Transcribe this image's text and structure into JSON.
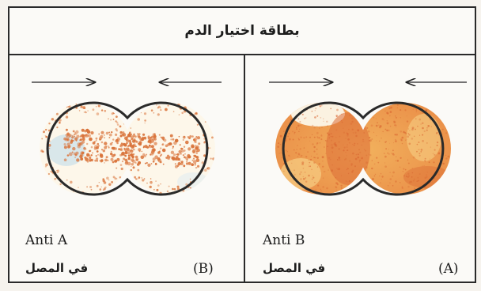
{
  "card": {
    "title": "بطاقة اختيار الدم"
  },
  "panels": [
    {
      "id": "B",
      "antibody": "Anti A",
      "serum": "في المصل",
      "letter": "(B)",
      "result": "agglutination",
      "colors": {
        "spot": "#d9733a",
        "fill": "#fdf7ea",
        "bluish": "#cfe2ea"
      }
    },
    {
      "id": "A",
      "antibody": "Anti B",
      "serum": "في المصل",
      "letter": "(A)",
      "result": "no agglutination",
      "colors": {
        "fill": "#efa351",
        "dark": "#dc6c36",
        "light": "#f7cf84"
      }
    }
  ],
  "icons": {
    "arrow_right": "arrow-right-icon",
    "arrow_left": "arrow-left-icon"
  }
}
